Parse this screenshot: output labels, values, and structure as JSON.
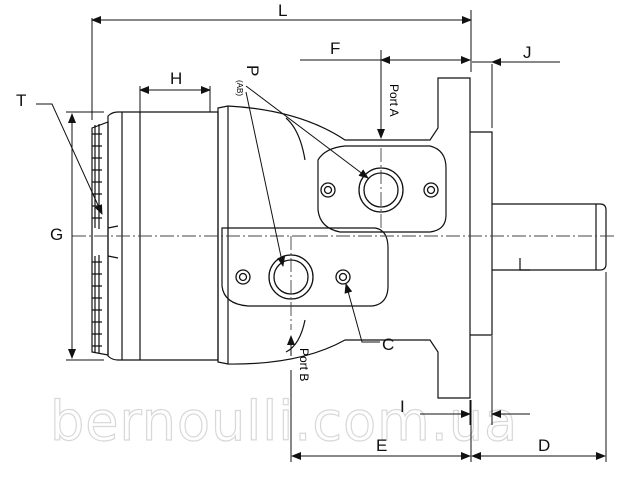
{
  "labels": {
    "L": "L",
    "F": "F",
    "J": "J",
    "H": "H",
    "T": "T",
    "G": "G",
    "P": "P",
    "P_sub": "(AB)",
    "port_a": "Port A",
    "port_b": "Port B",
    "C": "C",
    "I": "I",
    "E": "E",
    "D": "D"
  },
  "watermark": "bernoulli.com.ua",
  "colors": {
    "line": "#111111",
    "center": "#444444",
    "watermark": "#d8d8d8"
  }
}
